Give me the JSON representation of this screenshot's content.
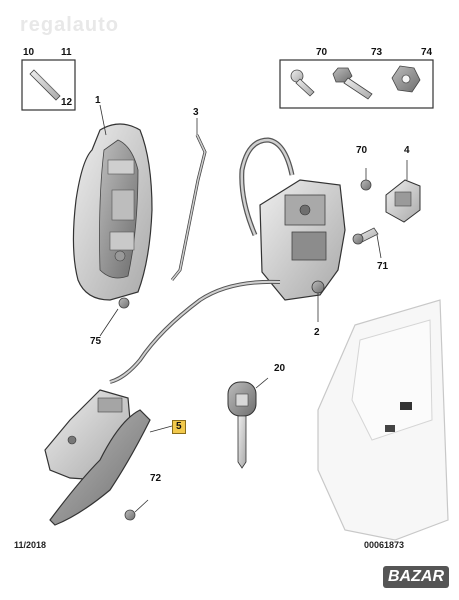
{
  "watermark": "regalauto",
  "footer": {
    "date": "11/2018",
    "reference": "00061873"
  },
  "marketplace_badge": "BAZAR",
  "box_left": {
    "labels": [
      "10",
      "11",
      "12"
    ]
  },
  "box_right": {
    "labels": [
      "70",
      "73",
      "74"
    ]
  },
  "callouts": {
    "c1": "1",
    "c3": "3",
    "c70": "70",
    "c4": "4",
    "c71": "71",
    "c75": "75",
    "c2": "2",
    "c20": "20",
    "c5": "5",
    "c72": "72"
  },
  "colors": {
    "highlight": "#f2c94c",
    "line": "#333333",
    "part_fill": "#d9d9d9",
    "part_dark": "#8c8c8c"
  }
}
